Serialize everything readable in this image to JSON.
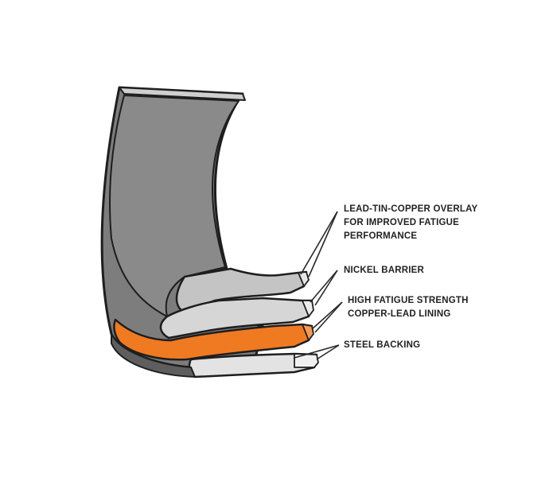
{
  "labels": [
    {
      "id": "overlay",
      "lines": [
        "LEAD-TIN-COPPER OVERLAY",
        "FOR IMPROVED FATIGUE",
        "PERFORMANCE"
      ]
    },
    {
      "id": "nickel",
      "lines": [
        "NICKEL BARRIER"
      ]
    },
    {
      "id": "lining",
      "lines": [
        "HIGH FATIGUE STRENGTH",
        "COPPER-LEAD LINING"
      ]
    },
    {
      "id": "steel",
      "lines": [
        "STEEL BACKING"
      ]
    }
  ],
  "colors": {
    "steel": "#bfbfbf",
    "steel_dark": "#7d7d7d",
    "inner_face": "#8a8a8a",
    "outline": "#1e1e1e",
    "copper_lead": "#ef7a22",
    "nickel": "#d6d6d6",
    "overlay": "#c4c4c4",
    "text": "#222222"
  }
}
